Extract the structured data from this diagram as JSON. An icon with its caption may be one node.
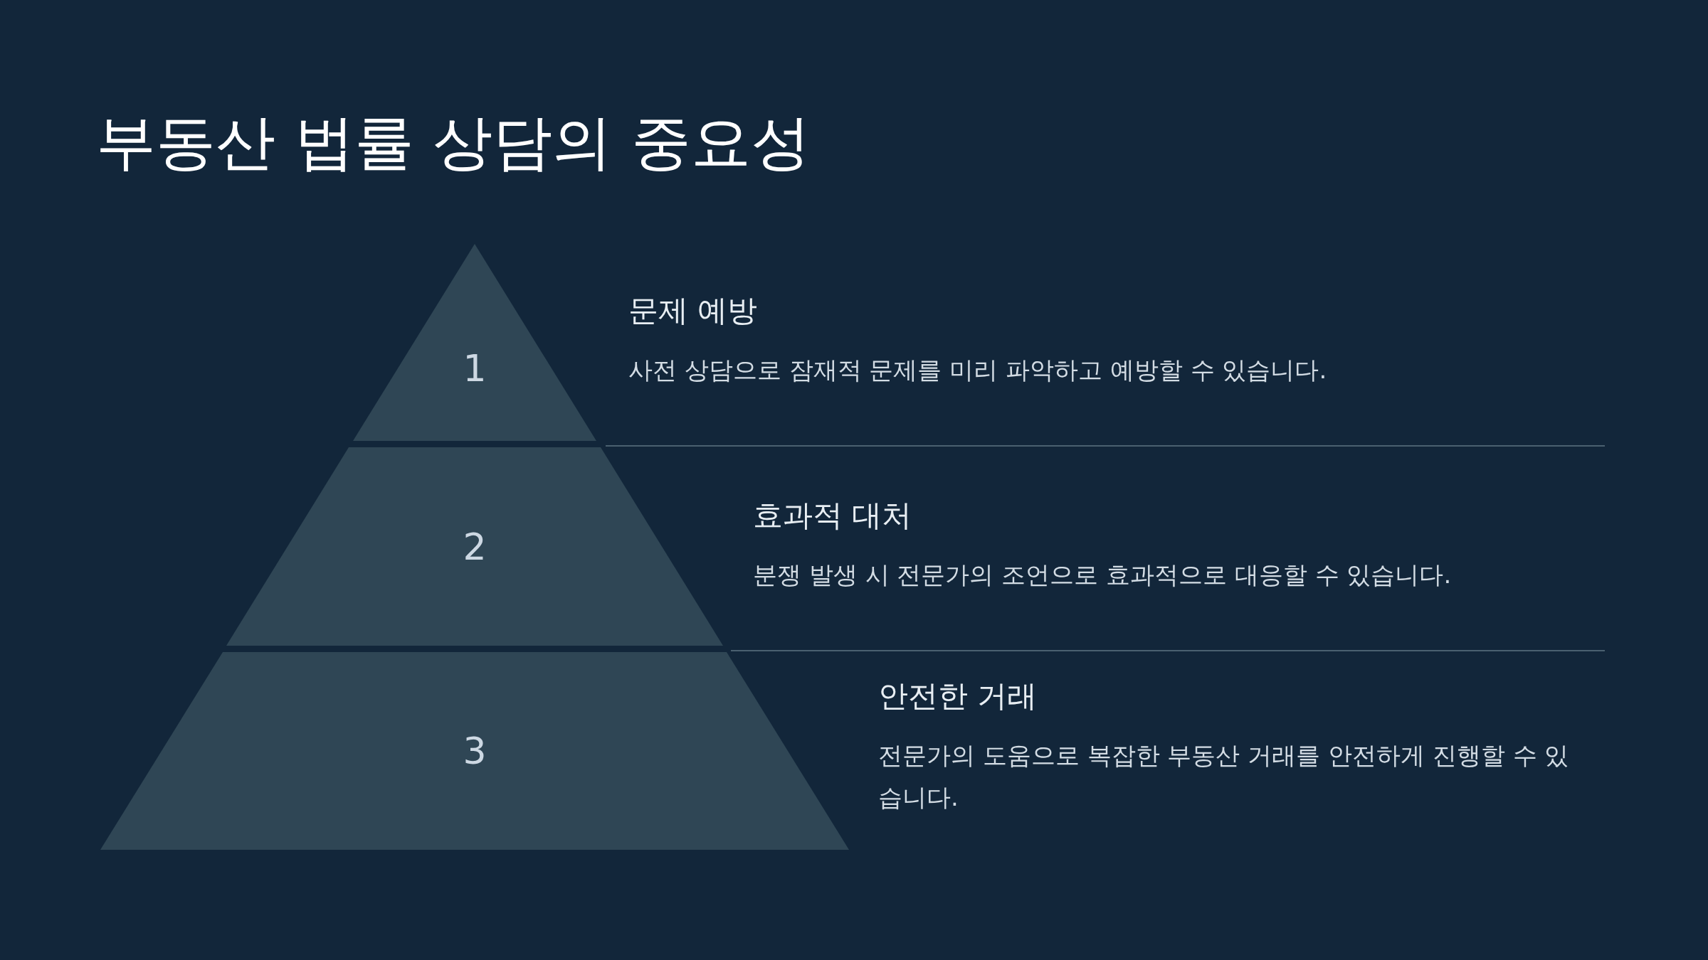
{
  "diagram": {
    "title": "부동산 법률 상담의 중요성",
    "nodes": [
      {
        "text": [
          "1"
        ],
        "beside": [
          "문제 예방",
          "사전 상담으로 잠재적 문제를 미리 파악하고 예방할 수 있습니다."
        ]
      },
      {
        "text": [
          "2"
        ],
        "beside": [
          "효과적 대처",
          "분쟁 발생 시 전문가의 조언으로 효과적으로 대응할 수 있습니다."
        ]
      },
      {
        "text": [
          "3"
        ],
        "beside": [
          "안전한 거래",
          "전문가의 도움으로 복잡한 부동산 거래를 안전하게 진행할 수 있습니다."
        ]
      }
    ]
  }
}
